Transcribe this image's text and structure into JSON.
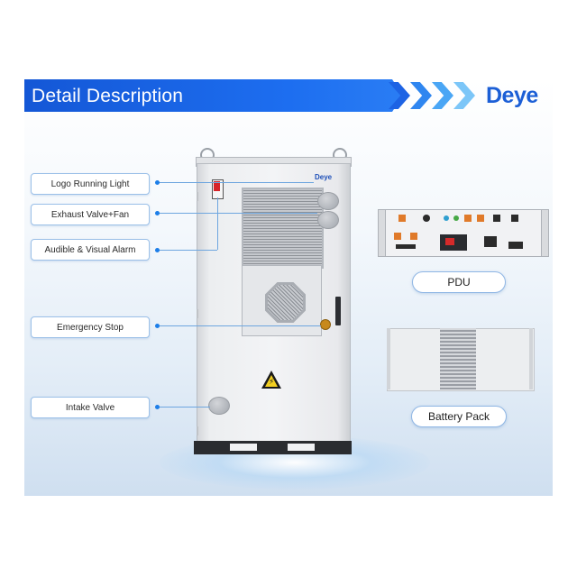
{
  "header": {
    "title": "Detail Description",
    "brand": "Deye",
    "accent": "#1d6ef0"
  },
  "cabinet": {
    "brand_label": "Deye"
  },
  "callouts": [
    {
      "label": "Logo Running Light"
    },
    {
      "label": "Exhaust Valve+Fan"
    },
    {
      "label": "Audible & Visual Alarm"
    },
    {
      "label": "Emergency Stop"
    },
    {
      "label": "Intake Valve"
    }
  ],
  "components": {
    "pdu_label": "PDU",
    "battery_label": "Battery Pack"
  },
  "icons": [
    "chevron-right-icon",
    "warning-triangle-icon"
  ]
}
